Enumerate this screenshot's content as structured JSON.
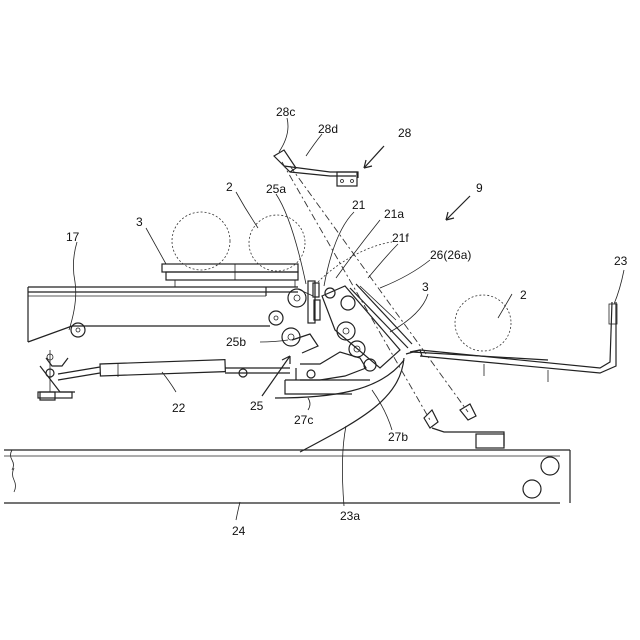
{
  "labels": {
    "l28c": "28c",
    "l28d": "28d",
    "l28": "28",
    "l2a": "2",
    "l25a": "25a",
    "l9": "9",
    "l3a": "3",
    "l21": "21",
    "l21a": "21a",
    "l17": "17",
    "l21f": "21f",
    "l26": "26(26a)",
    "l23": "23",
    "l3b": "3",
    "l2b": "2",
    "l25b": "25b",
    "l22": "22",
    "l25": "25",
    "l27c": "27c",
    "l27b": "27b",
    "l24": "24",
    "l23a": "23a"
  }
}
